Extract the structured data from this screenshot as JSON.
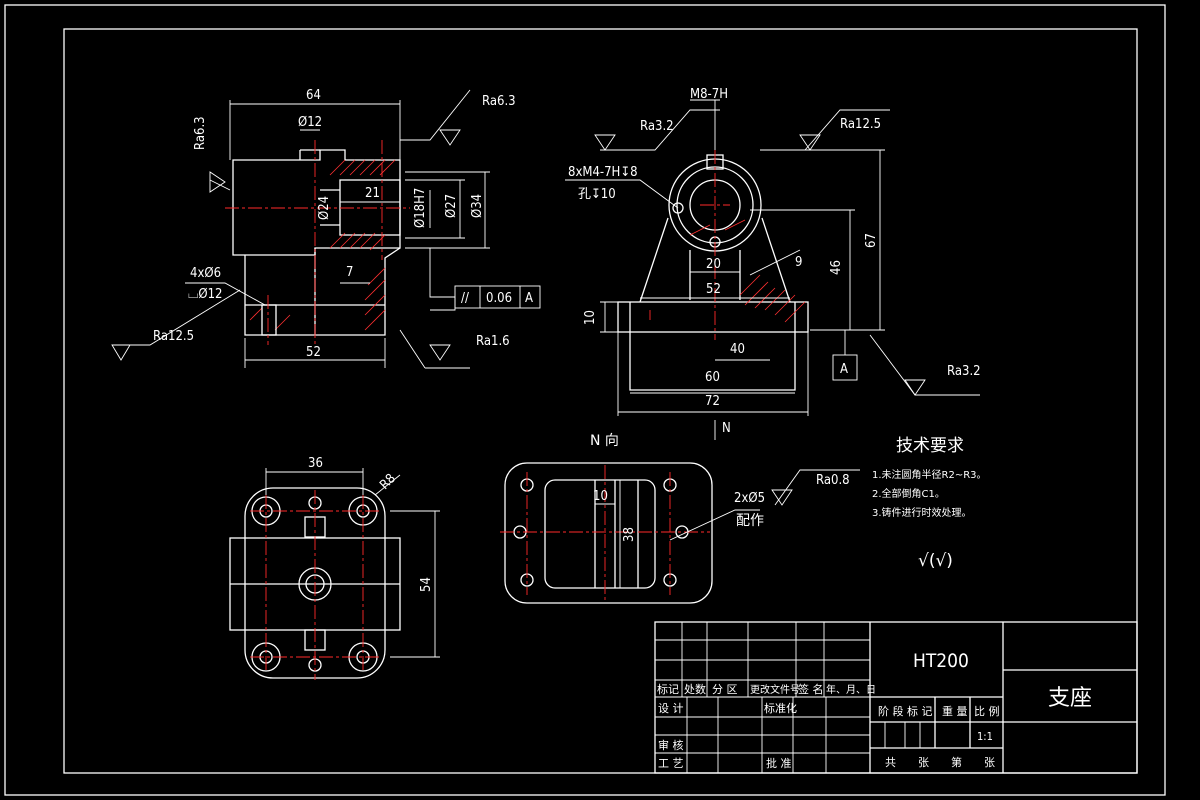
{
  "dims": {
    "top_len": "64",
    "top_d12": "Ø12",
    "top_21": "21",
    "top_d24": "Ø24",
    "top_d18": "Ø18H7",
    "top_d27": "Ø27",
    "top_d34": "Ø34",
    "top_7": "7",
    "top_4x": "4xØ6",
    "top_sq12": "⌴Ø12",
    "top_52": "52",
    "tol_sym": "//",
    "tol_val": "0.06",
    "tol_ref": "A",
    "ra63": "Ra6.3",
    "ra63v": "Ra6.3",
    "ra125a": "Ra12.5",
    "ra16": "Ra1.6",
    "m8": "M8-7H",
    "ra32a": "Ra3.2",
    "ra125b": "Ra12.5",
    "holes": "8xM4-7H↧8",
    "kong": "孔↧10",
    "f20": "20",
    "f52": "52",
    "f9": "9",
    "f46": "46",
    "f67": "67",
    "f10": "10",
    "f40": "40",
    "f60": "60",
    "f72": "72",
    "datum": "A",
    "ra32b": "Ra3.2",
    "n": "N",
    "b36": "36",
    "r8": "R8",
    "b54": "54",
    "nview": "N 向",
    "n10": "10",
    "n38": "38",
    "pin": "2xØ5",
    "pin2": "配作",
    "ra08": "Ra0.8"
  },
  "tech": {
    "title": "技术要求",
    "items": [
      "1.未注圆角半径R2~R3。",
      "2.全部倒角C1。",
      "3.铸件进行时效处理。"
    ],
    "mark": "√(√)"
  },
  "title_block": {
    "material": "HT200",
    "part_name": "支座",
    "h": [
      "标记",
      "处数",
      "分 区",
      "更改文件号",
      "签 名",
      "年、月、日"
    ],
    "design": "设 计",
    "standard": "标准化",
    "review": "审 核",
    "process": "工 艺",
    "approve": "批 准",
    "stage": "阶 段 标 记",
    "weight": "重 量",
    "scale": "比 例",
    "scale_val": "1:1",
    "sheets": "共　　张　　第　　张"
  }
}
